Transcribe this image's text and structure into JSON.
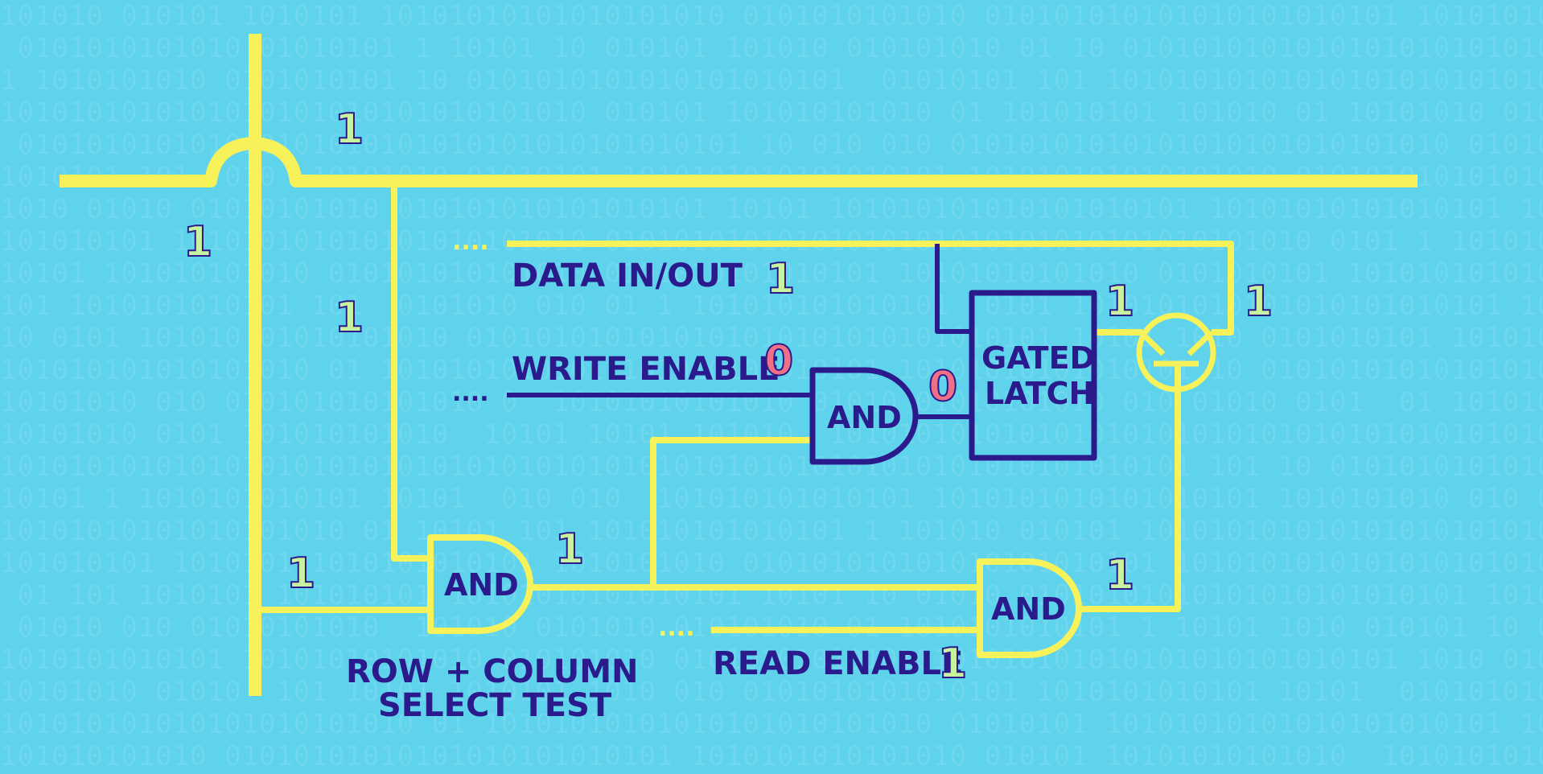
{
  "colors": {
    "background": "#5fd3ec",
    "wire_active": "#f7f25a",
    "wire_inactive": "#2a1a8c",
    "label": "#2a1a8c",
    "signal_one": "#c9f2a0",
    "signal_zero": "#ef6f86"
  },
  "labels": {
    "data_in_out": "DATA IN/OUT",
    "write_enable": "WRITE ENABLE",
    "read_enable": "READ ENABLE",
    "row_column_line1": "ROW + COLUMN",
    "row_column_line2": "SELECT TEST",
    "and_gate": "AND",
    "gated_line1": "GATED",
    "gated_line2": "LATCH"
  },
  "signals": {
    "row_line": "1",
    "column_line": "1",
    "column_branch": "1",
    "row_branch": "1",
    "row_col_and_out": "1",
    "data_in_out": "1",
    "write_enable": "0",
    "write_and_out": "0",
    "latch_out": "1",
    "transistor_out": "1",
    "read_and_out": "1",
    "read_enable": "1"
  },
  "ellipsis": "...."
}
